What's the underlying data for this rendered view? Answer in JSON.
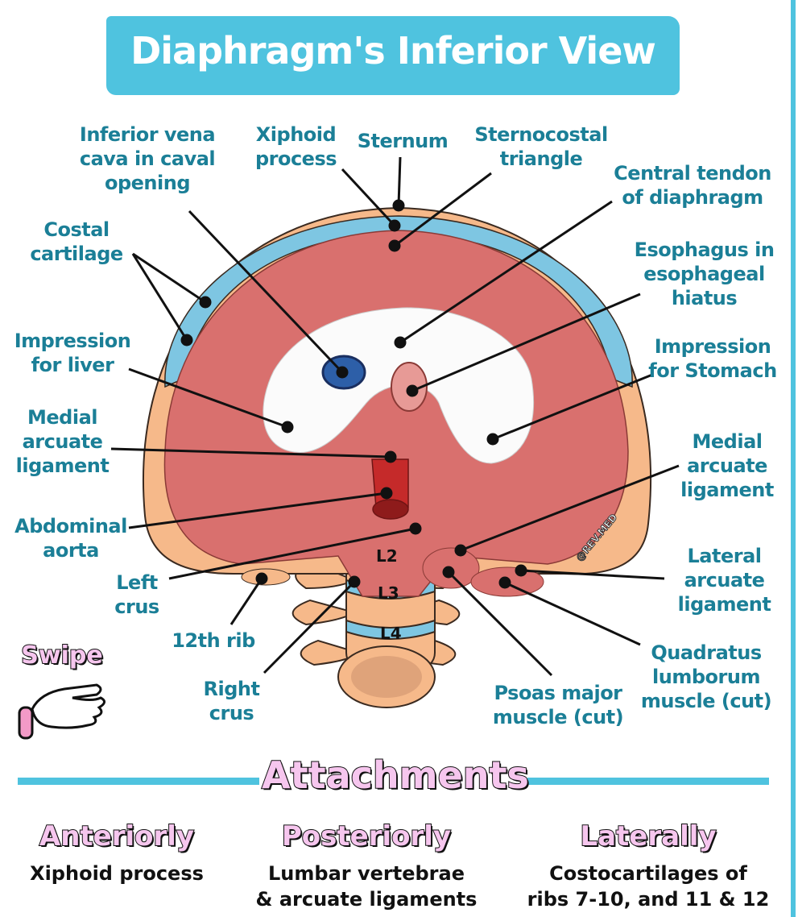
{
  "title": "Diaphragm's Inferior View",
  "labels": {
    "ivc": "Inferior vena\ncava in caval\nopening",
    "xiphoid": "Xiphoid\nprocess",
    "sternum": "Sternum",
    "sternocostal": "Sternocostal\ntriangle",
    "central_tendon": "Central tendon\nof diaphragm",
    "costal_cartilage": "Costal\ncartilage",
    "esophagus": "Esophagus in\nesophageal\nhiatus",
    "impression_liver": "Impression\nfor liver",
    "impression_stomach": "Impression\nfor Stomach",
    "medial_arcuate_left": "Medial\narcuate\nligament",
    "medial_arcuate_right": "Medial\narcuate\nligament",
    "abdominal_aorta": "Abdominal\naorta",
    "left_crus": "Left\ncrus",
    "lateral_arcuate": "Lateral\narcuate\nligament",
    "rib12": "12th rib",
    "right_crus": "Right\ncrus",
    "psoas": "Psoas major\nmuscle (cut)",
    "quadratus": "Quadratus\nlumborum\nmuscle (cut)"
  },
  "vertebrae": [
    "L2",
    "L3",
    "L4"
  ],
  "watermark": "@REV.MED",
  "swipe": "Swipe",
  "attachments": {
    "heading": "Attachments",
    "columns": [
      {
        "heading": "Anteriorly",
        "text": "Xiphoid process"
      },
      {
        "heading": "Posteriorly",
        "text": "Lumbar vertebrae\n& arcuate ligaments"
      },
      {
        "heading": "Laterally",
        "text": "Costocartilages of\nribs 7-10, and 11 & 12"
      }
    ]
  },
  "colors": {
    "accent": "#4fc3df",
    "label": "#1b7f97",
    "muscle": "#d9706e",
    "bone": "#f6b98a",
    "pink": "#f6c6ee"
  }
}
